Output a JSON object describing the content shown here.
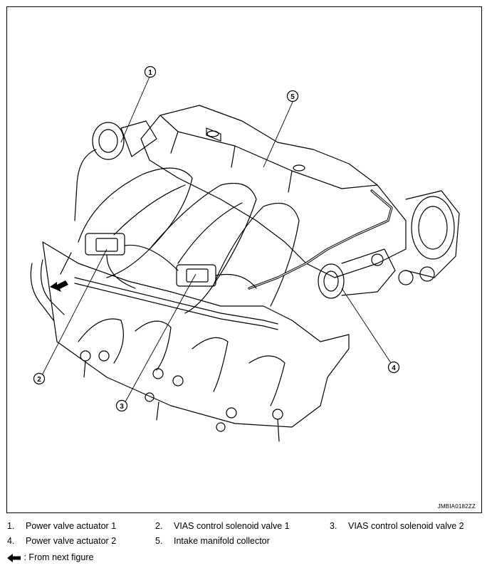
{
  "figure": {
    "code": "JMBIA0182ZZ",
    "callouts": [
      "1",
      "2",
      "3",
      "4",
      "5"
    ]
  },
  "legend": {
    "items": [
      {
        "num": "1.",
        "text": "Power valve actuator 1"
      },
      {
        "num": "2.",
        "text": "VIAS control solenoid valve 1"
      },
      {
        "num": "3.",
        "text": "VIAS control solenoid valve 2"
      },
      {
        "num": "4.",
        "text": "Power valve actuator 2"
      },
      {
        "num": "5.",
        "text": "Intake manifold collector"
      }
    ],
    "arrow_note": ": From next figure"
  }
}
